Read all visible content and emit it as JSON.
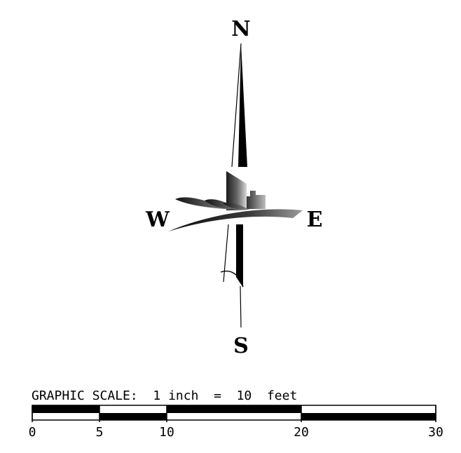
{
  "compass": {
    "north": "N",
    "south": "S",
    "east": "E",
    "west": "W"
  },
  "scale": {
    "caption": "GRAPHIC SCALE:  1 inch  =  10  feet",
    "ticks": [
      "0",
      "5",
      "10",
      "20",
      "30"
    ],
    "colors": {
      "fill": "#000000",
      "empty": "#ffffff"
    }
  }
}
